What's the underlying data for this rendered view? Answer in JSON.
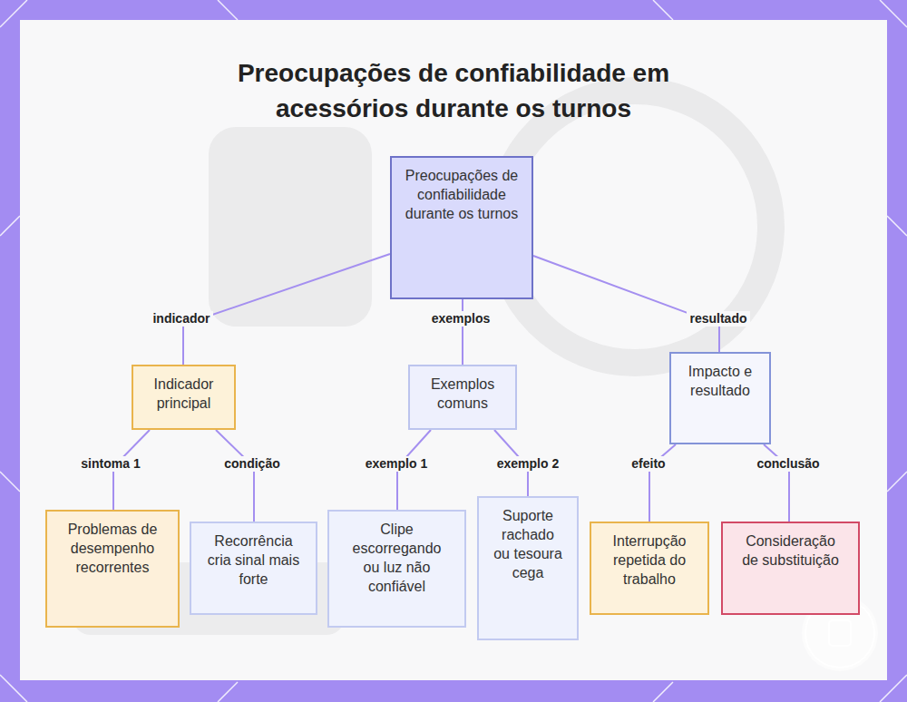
{
  "diagram": {
    "title": "Preocupações de confiabilidade em acessórios durante os turnos",
    "nodes": [
      {
        "text": [
          "Preocupações de confiabilidade durante os turnos"
        ]
      },
      {
        "text": [
          "Indicador principal"
        ]
      },
      {
        "text": [
          "Exemplos comuns"
        ]
      },
      {
        "text": [
          "Impacto e resultado"
        ]
      },
      {
        "text": [
          "Problemas de desempenho recorrentes"
        ]
      },
      {
        "text": [
          "Recorrência cria sinal mais forte"
        ]
      },
      {
        "text": [
          "Clipe escorregando ou luz não confiável"
        ]
      },
      {
        "text": [
          "Suporte rachado ou tesoura cega"
        ]
      },
      {
        "text": [
          "Interrupção repetida do trabalho"
        ]
      },
      {
        "text": [
          "Consideração de substituição"
        ]
      }
    ],
    "edges": [
      {
        "from": 0,
        "to": 1,
        "label": "indicador",
        "arrow": "none"
      },
      {
        "from": 0,
        "to": 2,
        "label": "exemplos",
        "arrow": "none"
      },
      {
        "from": 0,
        "to": 3,
        "label": "resultado",
        "arrow": "none"
      },
      {
        "from": 1,
        "to": 4,
        "label": "sintoma 1",
        "arrow": "none"
      },
      {
        "from": 1,
        "to": 5,
        "label": "condição",
        "arrow": "none"
      },
      {
        "from": 2,
        "to": 6,
        "label": "exemplo 1",
        "arrow": "none"
      },
      {
        "from": 2,
        "to": 7,
        "label": "exemplo 2",
        "arrow": "none"
      },
      {
        "from": 3,
        "to": 8,
        "label": "efeito",
        "arrow": "none"
      },
      {
        "from": 3,
        "to": 9,
        "label": "conclusão",
        "arrow": "none"
      }
    ]
  }
}
